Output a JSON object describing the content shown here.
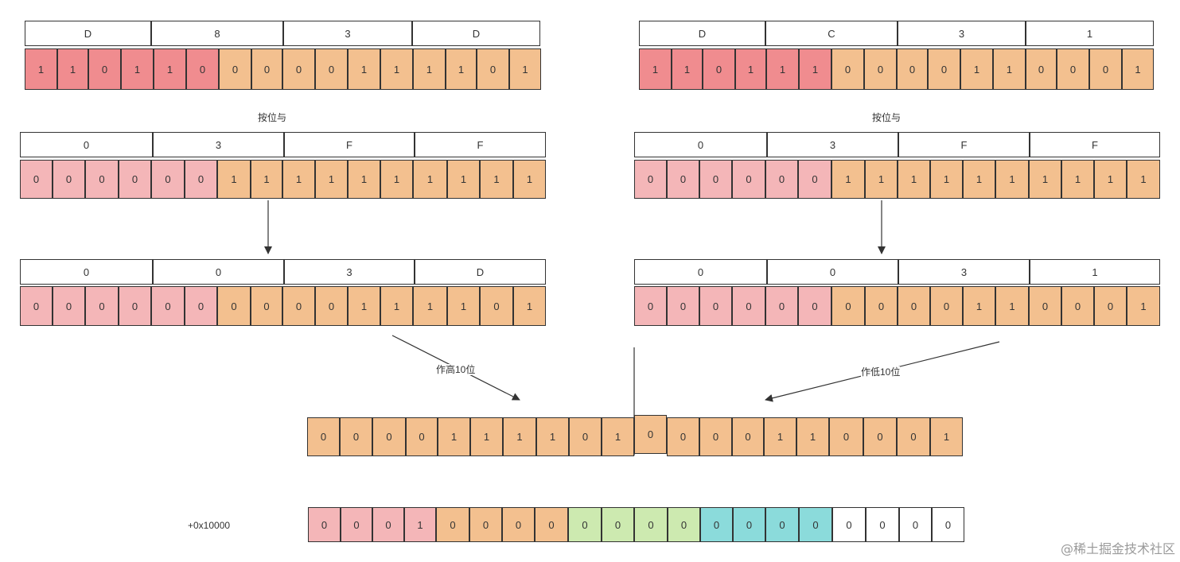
{
  "colors": {
    "dark_pink": "#f08c8f",
    "light_pink": "#f4b6b8",
    "orange": "#f3c08f",
    "green": "#cdeab0",
    "cyan": "#8bdbdb",
    "white": "#ffffff",
    "border": "#333333"
  },
  "operation_label": "按位与",
  "high_label": "作高10位",
  "low_label": "作低10位",
  "offset_label": "+0x10000",
  "watermark": "@稀土掘金技术社区",
  "left": {
    "input": {
      "hex": [
        "D",
        "8",
        "3",
        "D"
      ],
      "bits": [
        "1",
        "1",
        "0",
        "1",
        "1",
        "0",
        "0",
        "0",
        "0",
        "0",
        "1",
        "1",
        "1",
        "1",
        "0",
        "1"
      ]
    },
    "mask": {
      "hex": [
        "0",
        "3",
        "F",
        "F"
      ],
      "bits": [
        "0",
        "0",
        "0",
        "0",
        "0",
        "0",
        "1",
        "1",
        "1",
        "1",
        "1",
        "1",
        "1",
        "1",
        "1",
        "1"
      ]
    },
    "result": {
      "hex": [
        "0",
        "0",
        "3",
        "D"
      ],
      "bits": [
        "0",
        "0",
        "0",
        "0",
        "0",
        "0",
        "0",
        "0",
        "0",
        "0",
        "1",
        "1",
        "1",
        "1",
        "0",
        "1"
      ]
    }
  },
  "right": {
    "input": {
      "hex": [
        "D",
        "C",
        "3",
        "1"
      ],
      "bits": [
        "1",
        "1",
        "0",
        "1",
        "1",
        "1",
        "0",
        "0",
        "0",
        "0",
        "1",
        "1",
        "0",
        "0",
        "0",
        "1"
      ]
    },
    "mask": {
      "hex": [
        "0",
        "3",
        "F",
        "F"
      ],
      "bits": [
        "0",
        "0",
        "0",
        "0",
        "0",
        "0",
        "1",
        "1",
        "1",
        "1",
        "1",
        "1",
        "1",
        "1",
        "1",
        "1"
      ]
    },
    "result": {
      "hex": [
        "0",
        "0",
        "3",
        "1"
      ],
      "bits": [
        "0",
        "0",
        "0",
        "0",
        "0",
        "0",
        "0",
        "0",
        "0",
        "0",
        "1",
        "1",
        "0",
        "0",
        "0",
        "1"
      ]
    }
  },
  "combined_bits": [
    "0",
    "0",
    "0",
    "0",
    "1",
    "1",
    "1",
    "1",
    "0",
    "1",
    "0",
    "0",
    "0",
    "0",
    "1",
    "1",
    "0",
    "0",
    "0",
    "1"
  ],
  "final_bits": [
    "0",
    "0",
    "0",
    "1",
    "0",
    "0",
    "0",
    "0",
    "0",
    "0",
    "0",
    "0",
    "0",
    "0",
    "0",
    "0",
    "0",
    "0",
    "0",
    "0"
  ]
}
